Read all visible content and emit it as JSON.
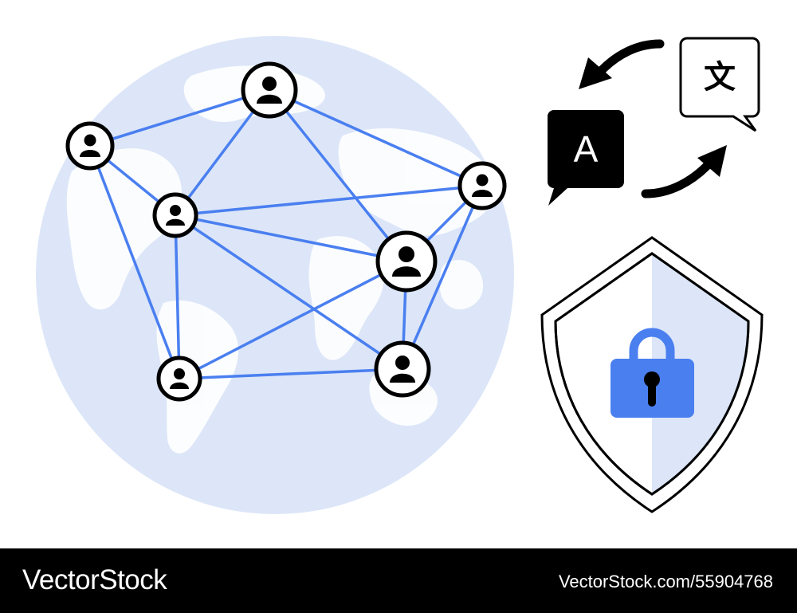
{
  "translation": {
    "source_letter": "A",
    "target_glyph": "文"
  },
  "footer": {
    "brand": "VectorStock",
    "stock_id": "VectorStock.com/55904768"
  },
  "colors": {
    "globe": "#dce6f8",
    "accent_blue": "#4a7ff0",
    "line": "#000000",
    "shield_fill": "#dce6f8",
    "footer_bg": "#000000"
  },
  "icons": [
    "globe-icon",
    "user-node-icon",
    "translate-icon",
    "shield-icon",
    "padlock-icon"
  ]
}
